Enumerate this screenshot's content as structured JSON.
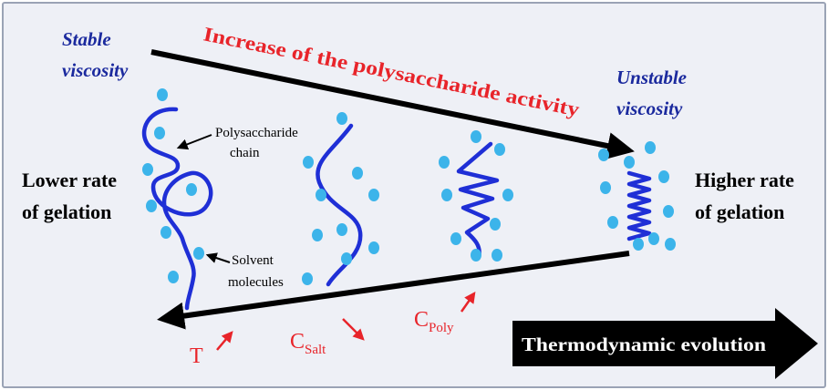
{
  "labels": {
    "stable_viscosity": [
      "Stable",
      "viscosity"
    ],
    "unstable_viscosity": [
      "Unstable",
      "viscosity"
    ],
    "increase_activity": "Increase of the polysaccharide activity",
    "lower_rate": [
      "Lower rate",
      "of gelation"
    ],
    "higher_rate": [
      "Higher rate",
      "of gelation"
    ],
    "polysaccharide_chain": [
      "Polysaccharide",
      "chain"
    ],
    "solvent_molecules": [
      "Solvent",
      "molecules"
    ],
    "thermodynamic_evolution": "Thermodynamic evolution",
    "factors": {
      "t": "T",
      "c_salt": "C",
      "c_salt_sub": "Salt",
      "c_poly": "C",
      "c_poly_sub": "Poly"
    }
  },
  "colors": {
    "chain_blue": "#1f2fd6",
    "dot_blue": "#3cb4ea",
    "title_blue": "#1b2a9e",
    "red": "#e8242a",
    "black": "#000000",
    "frame_bg": "#eef0f6",
    "frame_border": "#9aa3b5"
  },
  "icons": {
    "arrow_up": "arrow-up-right-icon",
    "arrow_down": "arrow-down-right-icon",
    "block_arrow": "block-arrow-right-icon"
  }
}
